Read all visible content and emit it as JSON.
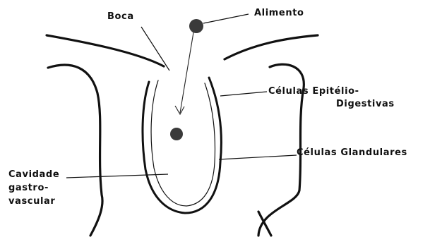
{
  "diagram": {
    "labels": {
      "boca": "Boca",
      "alimento": "Alimento",
      "celulas_epitelio_line1": "Células Epitélio-",
      "celulas_epitelio_line2": "Digestivas",
      "celulas_glandulares": "Células Glandulares",
      "cavidade_line1": "Cavidade",
      "cavidade_line2": "gastro-",
      "cavidade_line3": "vascular"
    },
    "colors": {
      "stroke": "#111111",
      "particle": "#3a3a3a",
      "background": "#ffffff"
    }
  }
}
